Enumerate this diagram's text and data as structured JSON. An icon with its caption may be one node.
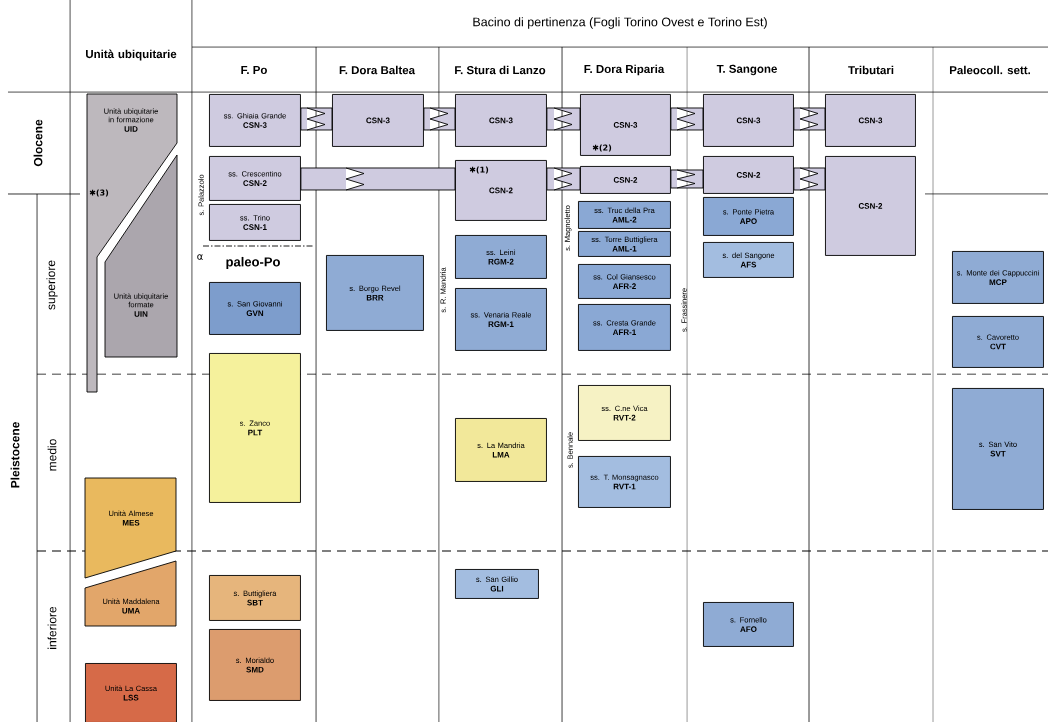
{
  "diagram": {
    "nodes": [
      {
        "text": [
          "Unità ubiquitarie in formazione",
          "UID"
        ]
      },
      {
        "text": [
          "Unità ubiquitarie formate",
          "UIN"
        ]
      },
      {
        "text": [
          "Unità Almese",
          "MES"
        ]
      },
      {
        "text": [
          "Unità Maddalena",
          "UMA"
        ]
      },
      {
        "text": [
          "Unità La Cassa",
          "LSS"
        ]
      },
      {
        "text": [
          "ss. Ghiaia Grande",
          "CSN-3"
        ]
      },
      {
        "text": [
          "ss. Crescentino",
          "CSN-2"
        ]
      },
      {
        "text": [
          "ss. Trino",
          "CSN-1"
        ]
      },
      {
        "text": [
          "s. San Giovanni",
          "GVN"
        ]
      },
      {
        "text": [
          "s. Zanco",
          "PLT"
        ]
      },
      {
        "text": [
          "s. Buttigliera",
          "SBT"
        ]
      },
      {
        "text": [
          "s. Morialdo",
          "SMD"
        ]
      },
      {
        "text": [
          "CSN-3"
        ]
      },
      {
        "text": [
          "s. Borgo Revel",
          "BRR"
        ]
      },
      {
        "text": [
          "CSN-3"
        ]
      },
      {
        "text": [
          "CSN-2"
        ]
      },
      {
        "text": [
          "ss. Leinì",
          "RGM-2"
        ]
      },
      {
        "text": [
          "ss. Venaria Reale",
          "RGM-1"
        ]
      },
      {
        "text": [
          "s. La Mandria",
          "LMA"
        ]
      },
      {
        "text": [
          "s. San Gillio",
          "GLI"
        ]
      },
      {
        "text": [
          "CSN-3"
        ]
      },
      {
        "text": [
          "CSN-2"
        ]
      },
      {
        "text": [
          "ss. Truc della Pra",
          "AML-2"
        ]
      },
      {
        "text": [
          "ss. Torre Buttigliera",
          "AML-1"
        ]
      },
      {
        "text": [
          "ss. Col Giansesco",
          "AFR-2"
        ]
      },
      {
        "text": [
          "ss. Cresta Grande",
          "AFR-1"
        ]
      },
      {
        "text": [
          "ss. C.ne Vica",
          "RVT-2"
        ]
      },
      {
        "text": [
          "ss. T. Monsagnasco",
          "RVT-1"
        ]
      },
      {
        "text": [
          "CSN-3"
        ]
      },
      {
        "text": [
          "CSN-2"
        ]
      },
      {
        "text": [
          "s. Ponte Pietra",
          "APO"
        ]
      },
      {
        "text": [
          "s. del Sangone",
          "AFS"
        ]
      },
      {
        "text": [
          "s. Fornello",
          "AFO"
        ]
      },
      {
        "text": [
          "CSN-3"
        ]
      },
      {
        "text": [
          "CSN-2"
        ]
      },
      {
        "text": [
          "s. Monte dei Cappuccini",
          "MCP"
        ]
      },
      {
        "text": [
          "s. Cavoretto",
          "CVT"
        ]
      },
      {
        "text": [
          "s. San Vito",
          "SVT"
        ]
      }
    ],
    "edges": [
      {
        "from": 5,
        "to": 12,
        "arrow": "none"
      },
      {
        "from": 12,
        "to": 14,
        "arrow": "none"
      },
      {
        "from": 14,
        "to": 20,
        "arrow": "none"
      },
      {
        "from": 20,
        "to": 28,
        "arrow": "none"
      },
      {
        "from": 28,
        "to": 33,
        "arrow": "none"
      },
      {
        "from": 6,
        "to": 15,
        "arrow": "none"
      },
      {
        "from": 15,
        "to": 21,
        "arrow": "none"
      },
      {
        "from": 21,
        "to": 29,
        "arrow": "none"
      },
      {
        "from": 29,
        "to": 34,
        "arrow": "none"
      }
    ],
    "labels": [
      "Bacino di pertinenza (Fogli Torino Ovest e Torino Est)",
      "Unità ubiquitarie",
      "F. Po",
      "F. Dora Baltea",
      "F. Stura di Lanzo",
      "F. Dora Riparia",
      "T. Sangone",
      "Tributari",
      "Paleocoll. sett.",
      "Olocene",
      "✱(3)",
      "s. Palazzolo",
      "✱(1)",
      "✱(2)",
      "superiore",
      "α",
      "paleo-Po",
      "s. Magnoletto",
      "s. R. Mandria",
      "s. Frassinere",
      "Pleistocene",
      "medio",
      "s. Bennale",
      "inferiore"
    ]
  }
}
